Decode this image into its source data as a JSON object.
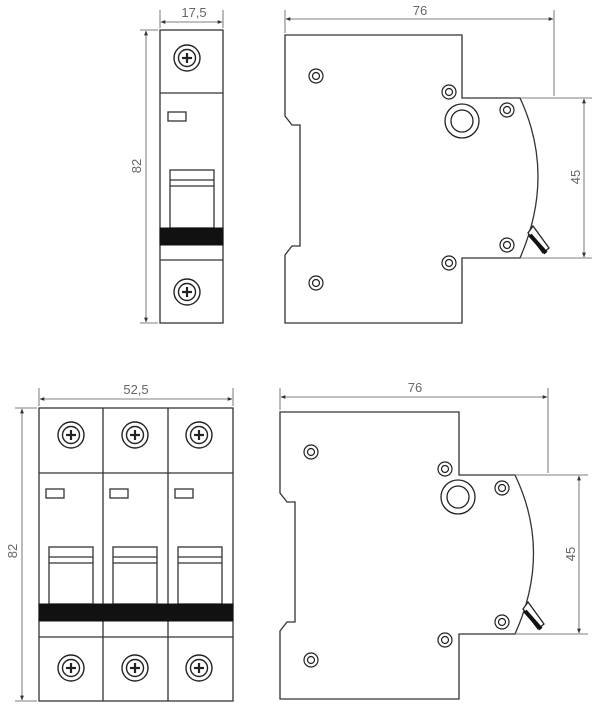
{
  "colors": {
    "line": "#333333",
    "dim_text": "#666666",
    "fill_dark": "#111111",
    "background": "#ffffff"
  },
  "drawings": {
    "single_pole_front": {
      "width_label": "17,5",
      "height_label": "82"
    },
    "single_pole_side": {
      "depth_label": "76",
      "front_height_label": "45"
    },
    "three_pole_front": {
      "width_label": "52,5",
      "height_label": "82"
    },
    "three_pole_side": {
      "depth_label": "76",
      "front_height_label": "45"
    }
  }
}
